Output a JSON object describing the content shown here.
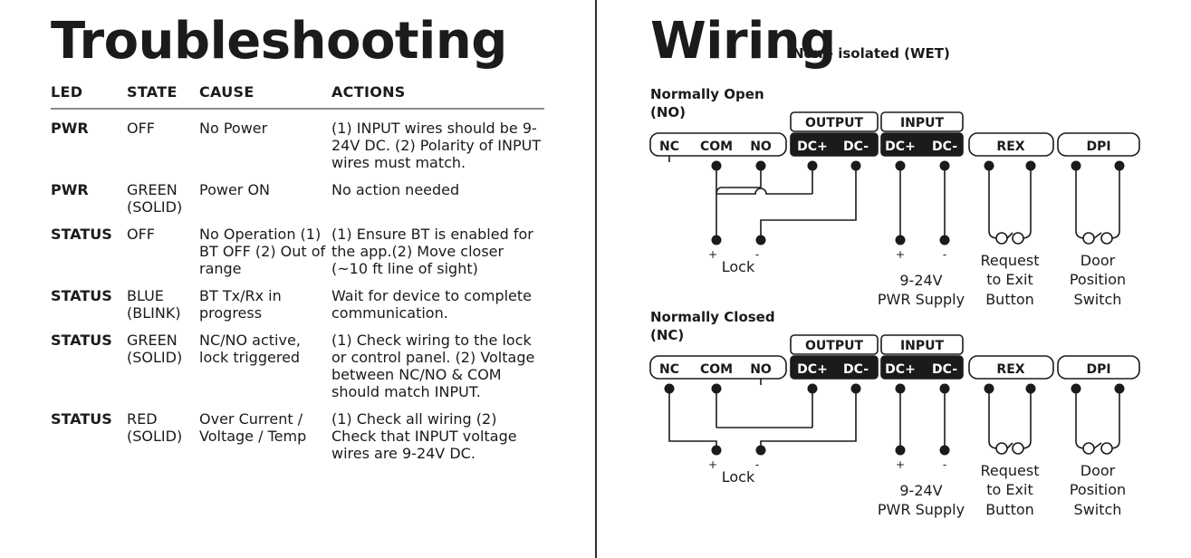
{
  "troubleshooting": {
    "title": "Troubleshooting",
    "headers": {
      "led": "LED",
      "state": "STATE",
      "cause": "CAUSE",
      "actions": "ACTIONS"
    },
    "rows": [
      {
        "led": "PWR",
        "state": "OFF",
        "cause": "No Power",
        "actions": "(1) INPUT wires should be 9-24V DC. (2) Polarity of INPUT wires must match."
      },
      {
        "led": "PWR",
        "state": "GREEN (SOLID)",
        "cause": "Power ON",
        "actions": "No action needed"
      },
      {
        "led": "STATUS",
        "state": "OFF",
        "cause": "No Operation (1) BT OFF (2) Out of range",
        "actions": "(1) Ensure BT is enabled for the app.(2) Move closer (~10 ft line of sight)"
      },
      {
        "led": "STATUS",
        "state": "BLUE (BLINK)",
        "cause": "BT Tx/Rx in progress",
        "actions": "Wait for device to complete communication."
      },
      {
        "led": "STATUS",
        "state": "GREEN (SOLID)",
        "cause": "NC/NO active, lock triggered",
        "actions": "(1) Check wiring to the lock or control panel. (2) Voltage between NC/NO & COM should match INPUT."
      },
      {
        "led": "STATUS",
        "state": "RED (SOLID)",
        "cause": "Over Current / Voltage / Temp",
        "actions": "(1) Check all wiring (2) Check that INPUT voltage wires are 9-24V DC."
      }
    ]
  },
  "wiring": {
    "title": "Wiring",
    "subtitle": "Non - isolated (WET)",
    "diagrams": [
      {
        "label_line1": "Normally Open",
        "label_line2": "(NO)",
        "relay_terminals": [
          "NC",
          "COM",
          "NO"
        ],
        "output_label": "OUTPUT",
        "input_label": "INPUT",
        "dc_plus": "DC+",
        "dc_minus": "DC-",
        "rex_label": "REX",
        "dpi_label": "DPI",
        "plus": "+",
        "minus": "-",
        "lock_label": "Lock",
        "supply_line1": "9-24V",
        "supply_line2": "PWR Supply",
        "rex_caption": [
          "Request",
          "to Exit",
          "Button"
        ],
        "dpi_caption": [
          "Door",
          "Position",
          "Switch"
        ]
      },
      {
        "label_line1": "Normally Closed",
        "label_line2": "(NC)",
        "relay_terminals": [
          "NC",
          "COM",
          "NO"
        ],
        "output_label": "OUTPUT",
        "input_label": "INPUT",
        "dc_plus": "DC+",
        "dc_minus": "DC-",
        "rex_label": "REX",
        "dpi_label": "DPI",
        "plus": "+",
        "minus": "-",
        "lock_label": "Lock",
        "supply_line1": "9-24V",
        "supply_line2": "PWR Supply",
        "rex_caption": [
          "Request",
          "to Exit",
          "Button"
        ],
        "dpi_caption": [
          "Door",
          "Position",
          "Switch"
        ]
      }
    ]
  }
}
